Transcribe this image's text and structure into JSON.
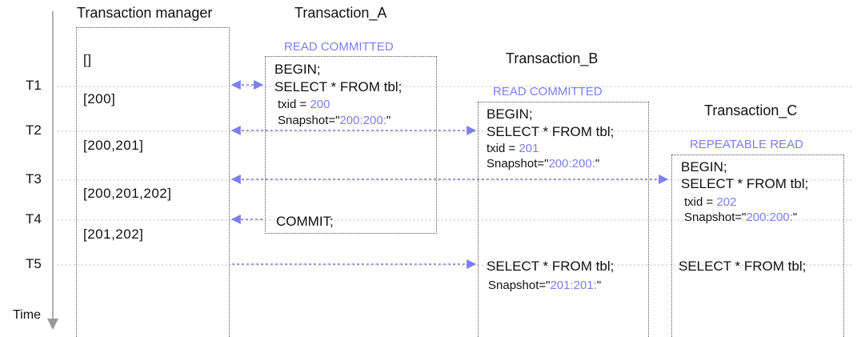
{
  "time_axis": {
    "label": "Time",
    "ticks": [
      "T1",
      "T2",
      "T3",
      "T4",
      "T5"
    ]
  },
  "transaction_manager": {
    "title": "Transaction manager",
    "states": [
      "[]",
      "[200]",
      "[200,201]",
      "[200,201,202]",
      "[201,202]"
    ]
  },
  "transaction_a": {
    "title": "Transaction_A",
    "isolation": "READ COMMITTED",
    "begin": "BEGIN;",
    "select": "SELECT * FROM tbl;",
    "txid_label": "txid = ",
    "txid": "200",
    "snapshot_label": "Snapshot=\"",
    "snapshot": "200:200:",
    "commit": "COMMIT;"
  },
  "transaction_b": {
    "title": "Transaction_B",
    "isolation": "READ COMMITTED",
    "begin": "BEGIN;",
    "select": "SELECT * FROM tbl;",
    "txid_label": "txid = ",
    "txid": "201",
    "snapshot_label": "Snapshot=\"",
    "snapshot": "200:200:",
    "snapshot_close": "\"",
    "select2": "SELECT * FROM tbl;",
    "snapshot2_label": "Snapshot=\"",
    "snapshot2": "201:201:",
    "snapshot2_close": "\""
  },
  "transaction_c": {
    "title": "Transaction_C",
    "isolation": "REPEATABLE READ",
    "begin": "BEGIN;",
    "select": "SELECT * FROM tbl;",
    "txid_label": "txid = ",
    "txid": "202",
    "snapshot_label": "Snapshot=\"",
    "snapshot": "200:200:",
    "snapshot_close": "\"",
    "select2": "SELECT * FROM tbl;"
  },
  "colors": {
    "accent": "#7b7ff0",
    "guide": "#b8b8b8",
    "axis": "#999999"
  }
}
